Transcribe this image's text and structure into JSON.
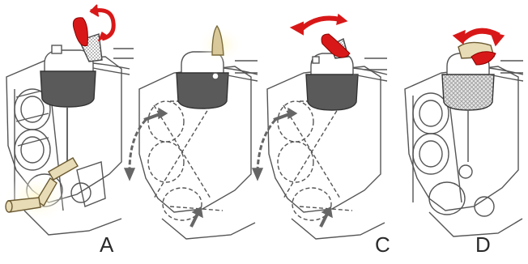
{
  "panels": [
    {
      "id": "A",
      "label": "A"
    },
    {
      "id": "B",
      "label": ""
    },
    {
      "id": "C",
      "label": "C"
    },
    {
      "id": "D",
      "label": "D"
    }
  ],
  "colors": {
    "line": "#555555",
    "filter_dark": "#5a5a5a",
    "filter_light": "#cfcfcf",
    "arrow_red": "#d81818",
    "arrow_gray": "#777777",
    "hand_beige": "#e8dcb6"
  },
  "icons": [
    "rotate-arrow-icon",
    "belt-arrow-icon",
    "hand-crank-icon",
    "hand-icon"
  ]
}
